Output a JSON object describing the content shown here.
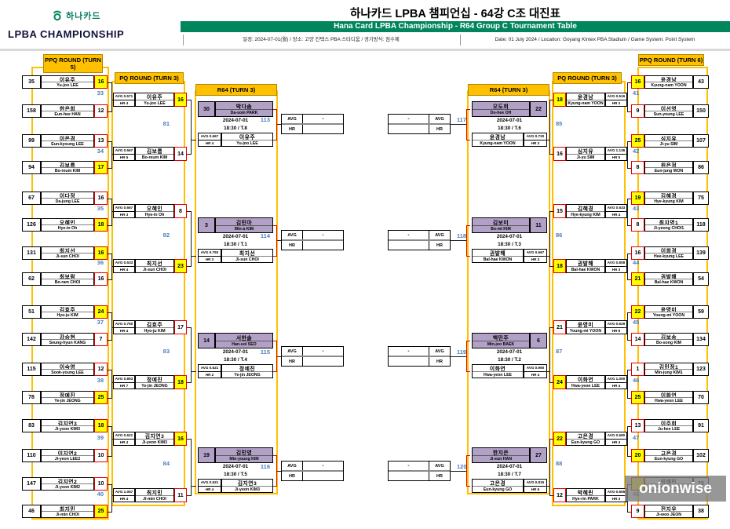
{
  "header": {
    "brand_korean": "하나카드",
    "brand_line2": "LPBA CHAMPIONSHIP",
    "title_korean": "하나카드 LPBA 챔피언십 - 64강 C조 대진표",
    "title_english": "Hana Card LPBA Championship - R64 Group C Tournament Table",
    "info_korean": "일정: 2024-07-01(월) / 장소: 고양 킨텍스 PBA 스타디움 / 경기방식: 점수제",
    "info_english": "Date: 01 July 2024 / Location: Goyang Kintex PBA Stadium / Game System: Point System"
  },
  "labels": {
    "avg": "AVG",
    "hr": "HR",
    "empty_value": "-"
  },
  "colors": {
    "header_gold": "#ffc000",
    "seed_purple": "#b2a1c7",
    "winner_yellow": "#ffff00",
    "score_border_red": "#e00000",
    "match_number_blue": "#4a7dbe",
    "brand_green": "#00855c"
  },
  "watermark": {
    "text": "onionwise"
  },
  "bracket": {
    "left_ppq": {
      "header": "PPQ ROUND (TURN 5)",
      "matches": [
        {
          "number": "33",
          "players": [
            {
              "seed": "35",
              "name_kr": "이유주",
              "name_en": "Yu-joo LEE",
              "score": "16",
              "winner": true
            },
            {
              "seed": "158",
              "name_kr": "한은희",
              "name_en": "Eun-hee HAN",
              "score": "12",
              "winner": false
            }
          ]
        },
        {
          "number": "34",
          "players": [
            {
              "seed": "99",
              "name_kr": "이은경",
              "name_en": "Eun-kyoung LEE",
              "score": "13",
              "winner": false
            },
            {
              "seed": "94",
              "name_kr": "김보름",
              "name_en": "Bo-reum KIM",
              "score": "17",
              "winner": true
            }
          ]
        },
        {
          "number": "35",
          "players": [
            {
              "seed": "67",
              "name_kr": "이다정",
              "name_en": "Da-jung LEE",
              "score": "16",
              "winner": false
            },
            {
              "seed": "126",
              "name_kr": "오혜인",
              "name_en": "Hye-in Oh",
              "score": "18",
              "winner": true
            }
          ]
        },
        {
          "number": "36",
          "players": [
            {
              "seed": "131",
              "name_kr": "최지선",
              "name_en": "Ji-sun CHOI",
              "score": "16",
              "winner": true
            },
            {
              "seed": "62",
              "name_kr": "최보람",
              "name_en": "Bo-ram CHOI",
              "score": "16",
              "winner": false
            }
          ]
        },
        {
          "number": "37",
          "players": [
            {
              "seed": "51",
              "name_kr": "김효주",
              "name_en": "Hyo-ju KIM",
              "score": "24",
              "winner": true
            },
            {
              "seed": "142",
              "name_kr": "강승현",
              "name_en": "Seung-hyun KANG",
              "score": "7",
              "winner": false
            }
          ]
        },
        {
          "number": "38",
          "players": [
            {
              "seed": "115",
              "name_kr": "이숙영",
              "name_en": "Sook-young LEE",
              "score": "12",
              "winner": false
            },
            {
              "seed": "78",
              "name_kr": "정예진",
              "name_en": "Ye-jin JEONG",
              "score": "25",
              "winner": true
            }
          ]
        },
        {
          "number": "39",
          "players": [
            {
              "seed": "83",
              "name_kr": "김지연3",
              "name_en": "Ji-yeon KIM3",
              "score": "18",
              "winner": true
            },
            {
              "seed": "110",
              "name_kr": "이지연2",
              "name_en": "Ji-yeon LEE2",
              "score": "10",
              "winner": false
            }
          ]
        },
        {
          "number": "40",
          "players": [
            {
              "seed": "147",
              "name_kr": "김지연2",
              "name_en": "Ji-yeon KIM2",
              "score": "10",
              "winner": false
            },
            {
              "seed": "46",
              "name_kr": "최지민",
              "name_en": "Ji-min CHOI",
              "score": "25",
              "winner": true
            }
          ]
        }
      ]
    },
    "left_pq": {
      "header": "PQ ROUND (TURN 3)",
      "matches": [
        {
          "number": "81",
          "players": [
            {
              "avg": "0.571",
              "hr": "4",
              "name_kr": "이유주",
              "name_en": "Yu-joo LEE",
              "score": "16",
              "winner": true
            },
            {
              "avg": "0.567",
              "hr": "5",
              "name_kr": "김보름",
              "name_en": "Bo-reum KIM",
              "score": "14",
              "winner": false
            }
          ]
        },
        {
          "number": "82",
          "players": [
            {
              "avg": "0.667",
              "hr": "3",
              "name_kr": "오혜인",
              "name_en": "Hye-in Oh",
              "score": "8",
              "winner": false
            },
            {
              "avg": "0.533",
              "hr": "4",
              "name_kr": "최지선",
              "name_en": "Ji-sun CHOI",
              "score": "23",
              "winner": true
            }
          ]
        },
        {
          "number": "83",
          "players": [
            {
              "avg": "0.750",
              "hr": "4",
              "name_kr": "김효주",
              "name_en": "Hyo-ju KIM",
              "score": "17",
              "winner": false
            },
            {
              "avg": "0.893",
              "hr": "7",
              "name_kr": "정예진",
              "name_en": "Ye-jin JEONG",
              "score": "18",
              "winner": true
            }
          ]
        },
        {
          "number": "84",
          "players": [
            {
              "avg": "0.621",
              "hr": "4",
              "name_kr": "김지연3",
              "name_en": "Ji-yeon KIM3",
              "score": "16",
              "winner": true
            },
            {
              "avg": "1.067",
              "hr": "4",
              "name_kr": "최지민",
              "name_en": "Ji-min CHOI",
              "score": "11",
              "winner": false
            }
          ]
        }
      ]
    },
    "left_r64": {
      "header": "R64 (TURN 3)",
      "matches": [
        {
          "number": "113",
          "seed": "30",
          "name_kr": "박다솜",
          "name_en": "Da-som PARK",
          "date": "2024-07-01",
          "time": "18:30 / T.8",
          "challenger": {
            "avg": "0.667",
            "hr": "4",
            "name_kr": "이유주",
            "name_en": "Yu-joo LEE"
          }
        },
        {
          "number": "114",
          "seed": "3",
          "name_kr": "김민아",
          "name_en": "Min-a KIM",
          "date": "2024-07-01",
          "time": "18:30 / T.1",
          "challenger": {
            "avg": "0.793",
            "hr": "3",
            "name_kr": "최지선",
            "name_en": "Ji-sun CHOI"
          }
        },
        {
          "number": "115",
          "seed": "14",
          "name_kr": "서한솔",
          "name_en": "Han-sol SEO",
          "date": "2024-07-01",
          "time": "18:30 / T.4",
          "challenger": {
            "avg": "0.621",
            "hr": "2",
            "name_kr": "정예진",
            "name_en": "Ye-jin JEONG"
          }
        },
        {
          "number": "116",
          "seed": "19",
          "name_kr": "김민영",
          "name_en": "Min-young KIM",
          "date": "2024-07-01",
          "time": "18:30 / T.5",
          "challenger": {
            "avg": "0.621",
            "hr": "4",
            "name_kr": "김지연3",
            "name_en": "Ji-yeon KIM3"
          }
        }
      ]
    },
    "right_r64": {
      "header": "R64 (TURN 3)",
      "matches": [
        {
          "number": "117",
          "seed": "22",
          "name_kr": "오도희",
          "name_en": "Do-hee OH",
          "date": "2024-07-01",
          "time": "18:30 / T.6",
          "challenger": {
            "avg": "0.720",
            "hr": "3",
            "name_kr": "윤경남",
            "name_en": "Kyung-nam YOON"
          }
        },
        {
          "number": "118",
          "seed": "11",
          "name_kr": "김보미",
          "name_en": "Bo-mi KIM",
          "date": "2024-07-01",
          "time": "18:30 / T.3",
          "challenger": {
            "avg": "0.667",
            "hr": "3",
            "name_kr": "권발해",
            "name_en": "Bal-hae KWON"
          }
        },
        {
          "number": "119",
          "seed": "6",
          "name_kr": "백민주",
          "name_en": "Min-joo BAEK",
          "date": "2024-07-01",
          "time": "18:30 / T.2",
          "challenger": {
            "avg": "0.960",
            "hr": "4",
            "name_kr": "이화연",
            "name_en": "Hwa-yeon LEE"
          }
        },
        {
          "number": "120",
          "seed": "27",
          "name_kr": "한지은",
          "name_en": "Ji-eun HAN",
          "date": "2024-07-01",
          "time": "18:30 / T.7",
          "challenger": {
            "avg": "0.815",
            "hr": "6",
            "name_kr": "고은경",
            "name_en": "Eun-kyung GO"
          }
        }
      ]
    },
    "right_pq": {
      "header": "PQ ROUND (TURN 3)",
      "matches": [
        {
          "number": "85",
          "players": [
            {
              "avg": "0.516",
              "hr": "3",
              "name_kr": "윤경남",
              "name_en": "Kyung-nam YOON",
              "score": "18",
              "winner": true
            },
            {
              "avg": "1.136",
              "hr": "5",
              "name_kr": "심지유",
              "name_en": "Ji-yu SIM",
              "score": "16",
              "winner": false
            }
          ]
        },
        {
          "number": "86",
          "players": [
            {
              "avg": "0.633",
              "hr": "4",
              "name_kr": "김혜경",
              "name_en": "Hye-kyung KIM",
              "score": "15",
              "winner": false
            },
            {
              "avg": "0.808",
              "hr": "3",
              "name_kr": "권발해",
              "name_en": "Bal-hae KWON",
              "score": "18",
              "winner": true
            }
          ]
        },
        {
          "number": "87",
          "players": [
            {
              "avg": "0.629",
              "hr": "8",
              "name_kr": "윤영미",
              "name_en": "Young-mi YOON",
              "score": "21",
              "winner": false
            },
            {
              "avg": "1.000",
              "hr": "4",
              "name_kr": "이화연",
              "name_en": "Hwa-yeon LEE",
              "score": "24",
              "winner": true
            }
          ]
        },
        {
          "number": "88",
          "players": [
            {
              "avg": "0.690",
              "hr": "4",
              "name_kr": "고은경",
              "name_en": "Eun-kyung GO",
              "score": "22",
              "winner": true
            },
            {
              "avg": "0.655",
              "hr": "3",
              "name_kr": "박혜린",
              "name_en": "Hye-rin PARK",
              "score": "12",
              "winner": false
            }
          ]
        }
      ]
    },
    "right_ppq": {
      "header": "PPQ ROUND (TURN 6)",
      "matches": [
        {
          "number": "41",
          "players": [
            {
              "score": "16",
              "winner": true,
              "name_kr": "윤경남",
              "name_en": "Kyung-nam YOON",
              "seed": "43"
            },
            {
              "score": "9",
              "winner": false,
              "name_kr": "이선영",
              "name_en": "Sun-young LEE",
              "seed": "150"
            }
          ]
        },
        {
          "number": "42",
          "players": [
            {
              "score": "25",
              "winner": true,
              "name_kr": "심지유",
              "name_en": "Ji-yu SIM",
              "seed": "107"
            },
            {
              "score": "8",
              "winner": false,
              "name_kr": "원은정",
              "name_en": "Eun-jung WON",
              "seed": "86"
            }
          ]
        },
        {
          "number": "43",
          "players": [
            {
              "score": "19",
              "winner": true,
              "name_kr": "김혜경",
              "name_en": "Hye-kyung KIM",
              "seed": "75"
            },
            {
              "score": "8",
              "winner": false,
              "name_kr": "최지영1",
              "name_en": "Ji-yeong CHOI1",
              "seed": "118"
            }
          ]
        },
        {
          "number": "44",
          "players": [
            {
              "score": "16",
              "winner": false,
              "name_kr": "이희경",
              "name_en": "Hee-kyung LEE",
              "seed": "139"
            },
            {
              "score": "21",
              "winner": true,
              "name_kr": "권발해",
              "name_en": "Bal-hae KWON",
              "seed": "54"
            }
          ]
        },
        {
          "number": "45",
          "players": [
            {
              "score": "22",
              "winner": true,
              "name_kr": "윤영미",
              "name_en": "Young-mi YOON",
              "seed": "59"
            },
            {
              "score": "14",
              "winner": false,
              "name_kr": "김보송",
              "name_en": "Bo-song KIM",
              "seed": "134"
            }
          ]
        },
        {
          "number": "46",
          "players": [
            {
              "score": "1",
              "winner": false,
              "name_kr": "김민정1",
              "name_en": "Min-jung KIM1",
              "seed": "123"
            },
            {
              "score": "25",
              "winner": true,
              "name_kr": "이화연",
              "name_en": "Hwa-yeon LEE",
              "seed": "70"
            }
          ]
        },
        {
          "number": "47",
          "players": [
            {
              "score": "13",
              "winner": false,
              "name_kr": "이주희",
              "name_en": "Ju-hee LEE",
              "seed": "91"
            },
            {
              "score": "20",
              "winner": true,
              "name_kr": "고은경",
              "name_en": "Eun-kyung GO",
              "seed": "102"
            }
          ]
        },
        {
          "number": "48",
          "players": [
            {
              "score": "",
              "winner": true,
              "name_kr": "박혜린",
              "name_en": "Hye-rin PARK",
              "seed": "25"
            },
            {
              "score": "9",
              "winner": false,
              "name_kr": "전지우",
              "name_en": "Ji-woo JEON",
              "seed": "38"
            }
          ]
        }
      ]
    }
  }
}
